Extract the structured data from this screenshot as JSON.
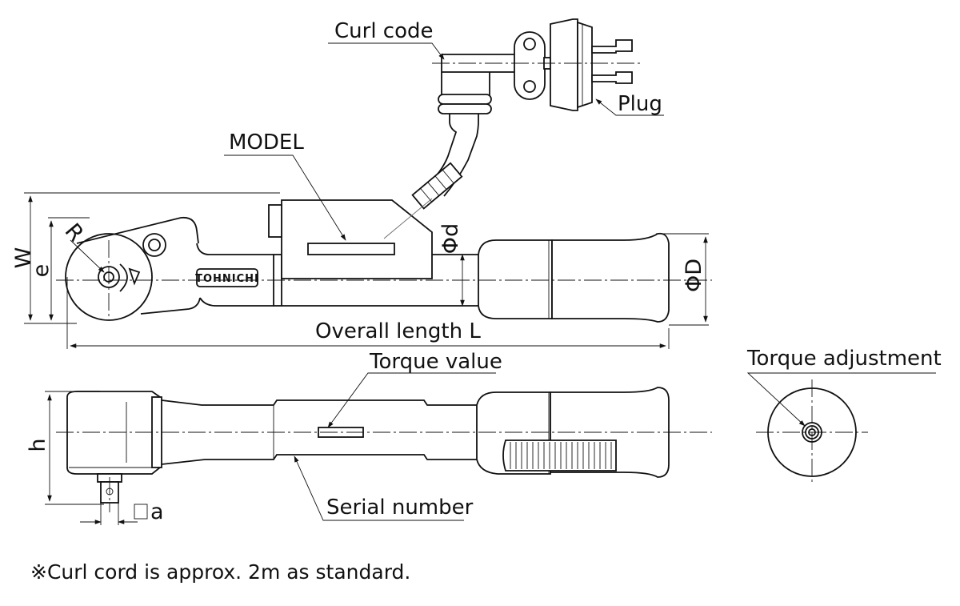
{
  "labels": {
    "curl_code": "Curl code",
    "plug": "Plug",
    "model": "MODEL",
    "torque_value": "Torque value",
    "serial_number": "Serial number",
    "torque_adjustment": "Torque adjustment",
    "overall_length": "Overall length L"
  },
  "dimensions": {
    "W": "W",
    "e": "e",
    "R": "R",
    "phi_d": "Φd",
    "phi_D": "ΦD",
    "h": "h",
    "a": "a",
    "square_symbol": "□"
  },
  "brand_engraving": "TOHNICHI",
  "footnote": "※Curl cord is approx. 2m as standard."
}
